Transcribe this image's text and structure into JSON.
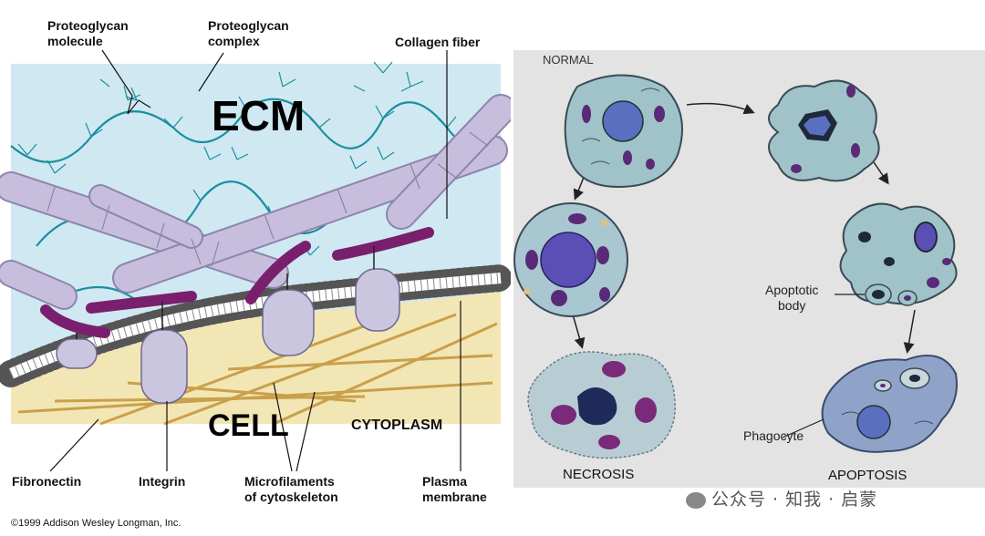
{
  "ecm_panel": {
    "labels": {
      "proteoglycan_molecule": "Proteoglycan\nmolecule",
      "proteoglycan_complex": "Proteoglycan\ncomplex",
      "collagen_fiber": "Collagen fiber",
      "ecm": "ECM",
      "cell": "CELL",
      "cytoplasm": "CYTOPLASM",
      "fibronectin": "Fibronectin",
      "integrin": "Integrin",
      "microfilaments": "Microfilaments\nof cytoskeleton",
      "plasma_membrane": "Plasma\nmembrane"
    },
    "copyright": "©1999 Addison Wesley Longman, Inc.",
    "colors": {
      "ecm_bg": "#cfe8f2",
      "cytoplasm": "#f3e6b5",
      "collagen": "#c6bedc",
      "fibronectin": "#7a1f6e",
      "proteoglycan": "#1a8fa0",
      "integrin": "#cac6df"
    }
  },
  "cell_death_panel": {
    "labels": {
      "normal": "NORMAL",
      "necrosis": "NECROSIS",
      "apoptosis": "APOPTOSIS",
      "apoptotic_body": "Apoptotic\nbody",
      "phagocyte": "Phagocyte"
    },
    "colors": {
      "panel_bg": "#e2e3e2",
      "cell": "#9fc3c9",
      "nucleus": "#5b6fc0",
      "organelle": "#5a2a78"
    }
  },
  "watermark": {
    "icon": "wechat-icon",
    "text": "公众号 · 知我 · 启蒙"
  }
}
